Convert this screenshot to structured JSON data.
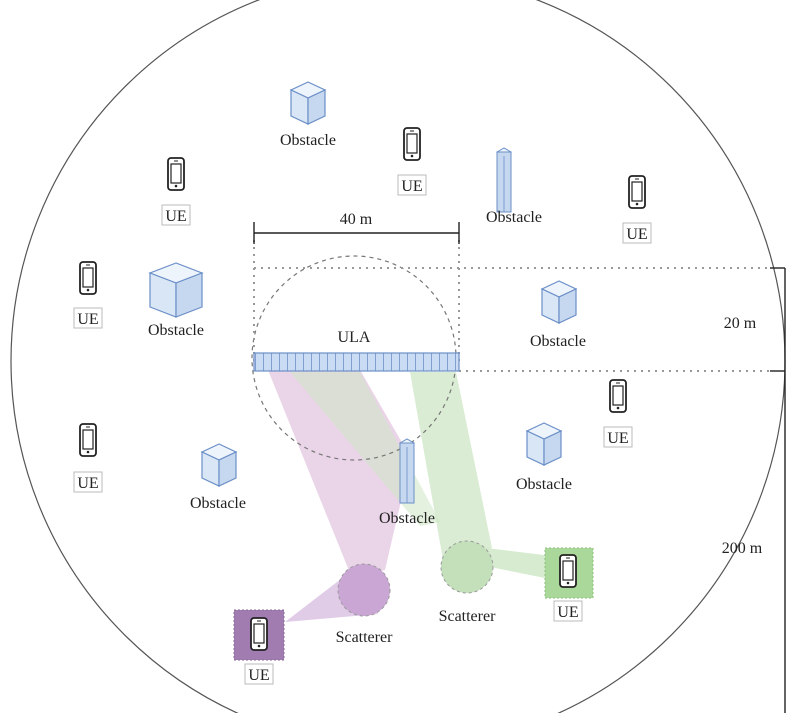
{
  "labels": {
    "ula": "ULA",
    "width": "40 m",
    "height": "20 m",
    "radius": "200 m",
    "scatterer": "Scatterer",
    "obstacle": "Obstacle",
    "ue": "UE"
  },
  "colors": {
    "ula_fill": "#c9dcf3",
    "ula_stroke": "#6d8fc6",
    "pink_beam": "#e3c5e0",
    "green_beam": "#cde6c4",
    "purple_scatterer": "#c9a6d4",
    "green_scatterer": "#c3e0bb",
    "purple_ue_bg": "#a07cb0",
    "green_ue_bg": "#a9d89a",
    "obstacle_fill": "#d8e6f6",
    "obstacle_stroke": "#6b8fc7"
  }
}
